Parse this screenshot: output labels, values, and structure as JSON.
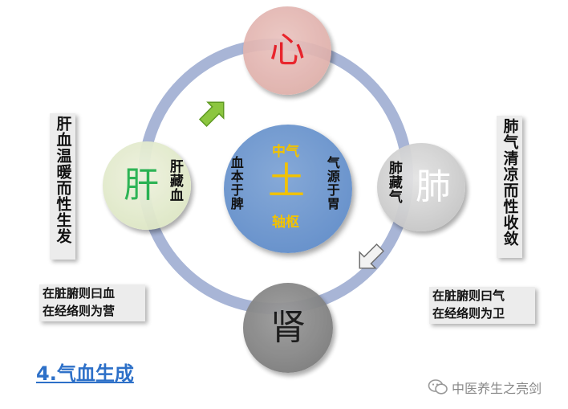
{
  "nodes": {
    "heart": "心",
    "liver": "肝",
    "lung": "肺",
    "kidney": "肾"
  },
  "center": {
    "top": "中气",
    "main": "土",
    "bottom": "轴枢",
    "left": "血本于脾",
    "right": "气源于胃"
  },
  "liver_inner": "肝藏血",
  "lung_inner": "肺藏气",
  "left_box": "肝血温暖而性生发",
  "right_box": "肺气清凉而性收敛",
  "blood_note": {
    "line1": "在脏腑则曰血",
    "line2": "在经络则为营"
  },
  "qi_note": {
    "line1": "在脏腑则曰气",
    "line2": "在经络则为卫"
  },
  "section_title": "4.气血生成",
  "watermark": "中医养生之亮剑",
  "colors": {
    "ring": "#a8b5d6",
    "center": "#6f97cf",
    "heart_char": "#e8141c",
    "liver_char": "#23b14d",
    "gold": "#f2c200",
    "title": "#2d70c8"
  },
  "icons": [
    "green-up-right-arrow-icon",
    "gray-down-left-arrow-icon",
    "wechat-icon"
  ]
}
